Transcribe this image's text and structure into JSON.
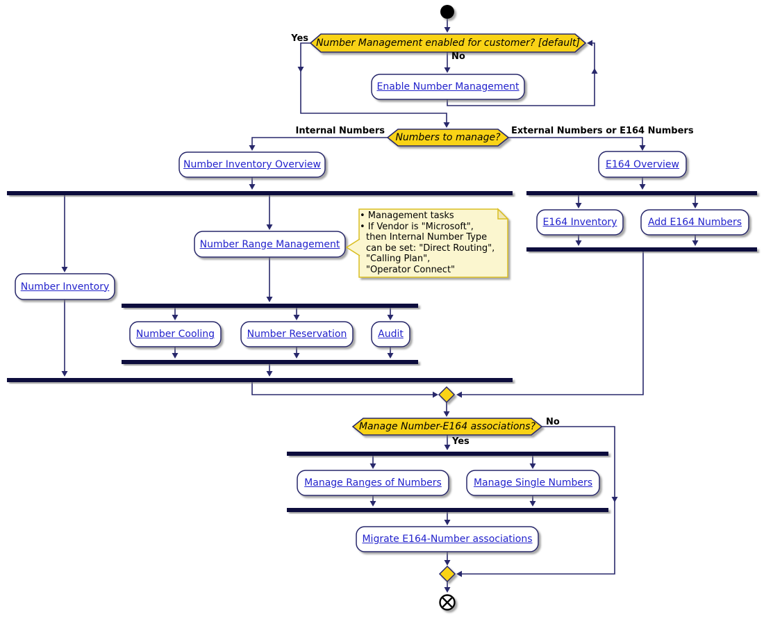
{
  "decisions": {
    "nm_enabled": {
      "text": "Number Management enabled for customer? [default]",
      "yes_label": "Yes",
      "no_label": "No"
    },
    "numbers_to_manage": {
      "text": "Numbers to manage?",
      "left_label": "Internal Numbers",
      "right_label": "External Numbers or E164 Numbers"
    },
    "manage_assoc": {
      "text": "Manage Number-E164 associations?",
      "yes_label": "Yes",
      "no_label": "No"
    }
  },
  "activities": {
    "enable_number_management": "Enable Number Management",
    "number_inventory_overview": "Number Inventory Overview",
    "number_inventory": "Number Inventory",
    "number_range_management": "Number Range Management",
    "number_cooling": "Number Cooling",
    "number_reservation": "Number Reservation",
    "audit": "Audit",
    "e164_overview": "E164 Overview",
    "e164_inventory": "E164 Inventory",
    "add_e164_numbers": "Add E164 Numbers",
    "manage_ranges_of_numbers": "Manage Ranges of Numbers",
    "manage_single_numbers": "Manage Single Numbers",
    "migrate_e164_number_associations": "Migrate E164-Number associations"
  },
  "note": {
    "lines": [
      "• Management tasks",
      "• If Vendor is \"Microsoft\",",
      "then Internal Number Type",
      "can be set: \"Direct Routing\",",
      "\"Calling Plan\",",
      "\"Operator Connect\""
    ]
  },
  "colors": {
    "decision_fill": "#F9D313",
    "line": "#28286B",
    "bar": "#10103E",
    "link": "#2222CC",
    "note_bg": "#FBF6CF",
    "note_border": "#D9BE22"
  }
}
